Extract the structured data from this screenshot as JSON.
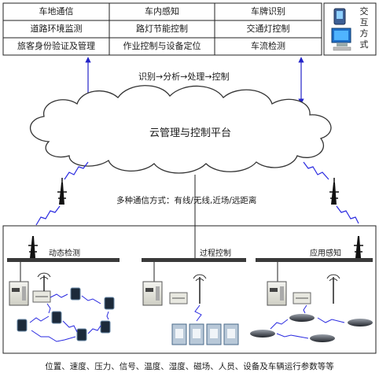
{
  "applications": {
    "rows": [
      [
        "车地通信",
        "车内感知",
        "车牌识别"
      ],
      [
        "道路环境监测",
        "路灯节能控制",
        "交通灯控制"
      ],
      [
        "旅客身份验证及管理",
        "作业控制与设备定位",
        "车流检测"
      ]
    ]
  },
  "interaction": {
    "label": "交\n互\n方\n式"
  },
  "flow": {
    "label": "识别→分析→处理→控制"
  },
  "cloud": {
    "label": "云管理与控制平台"
  },
  "comm": {
    "label": "多种通信方式：有线/无线,近场/远距离"
  },
  "networks": [
    {
      "label": "动态检测"
    },
    {
      "label": "过程控制"
    },
    {
      "label": "应用感知"
    }
  ],
  "parameters": {
    "label": "位置、速度、压力、信号、温度、湿度、磁场、人员、设备及车辆运行参数等等"
  },
  "colors": {
    "line": "#1f1f1f",
    "arrow": "#2323c8",
    "wireless": "#2a2ae0",
    "cloud_stroke": "#333333"
  }
}
